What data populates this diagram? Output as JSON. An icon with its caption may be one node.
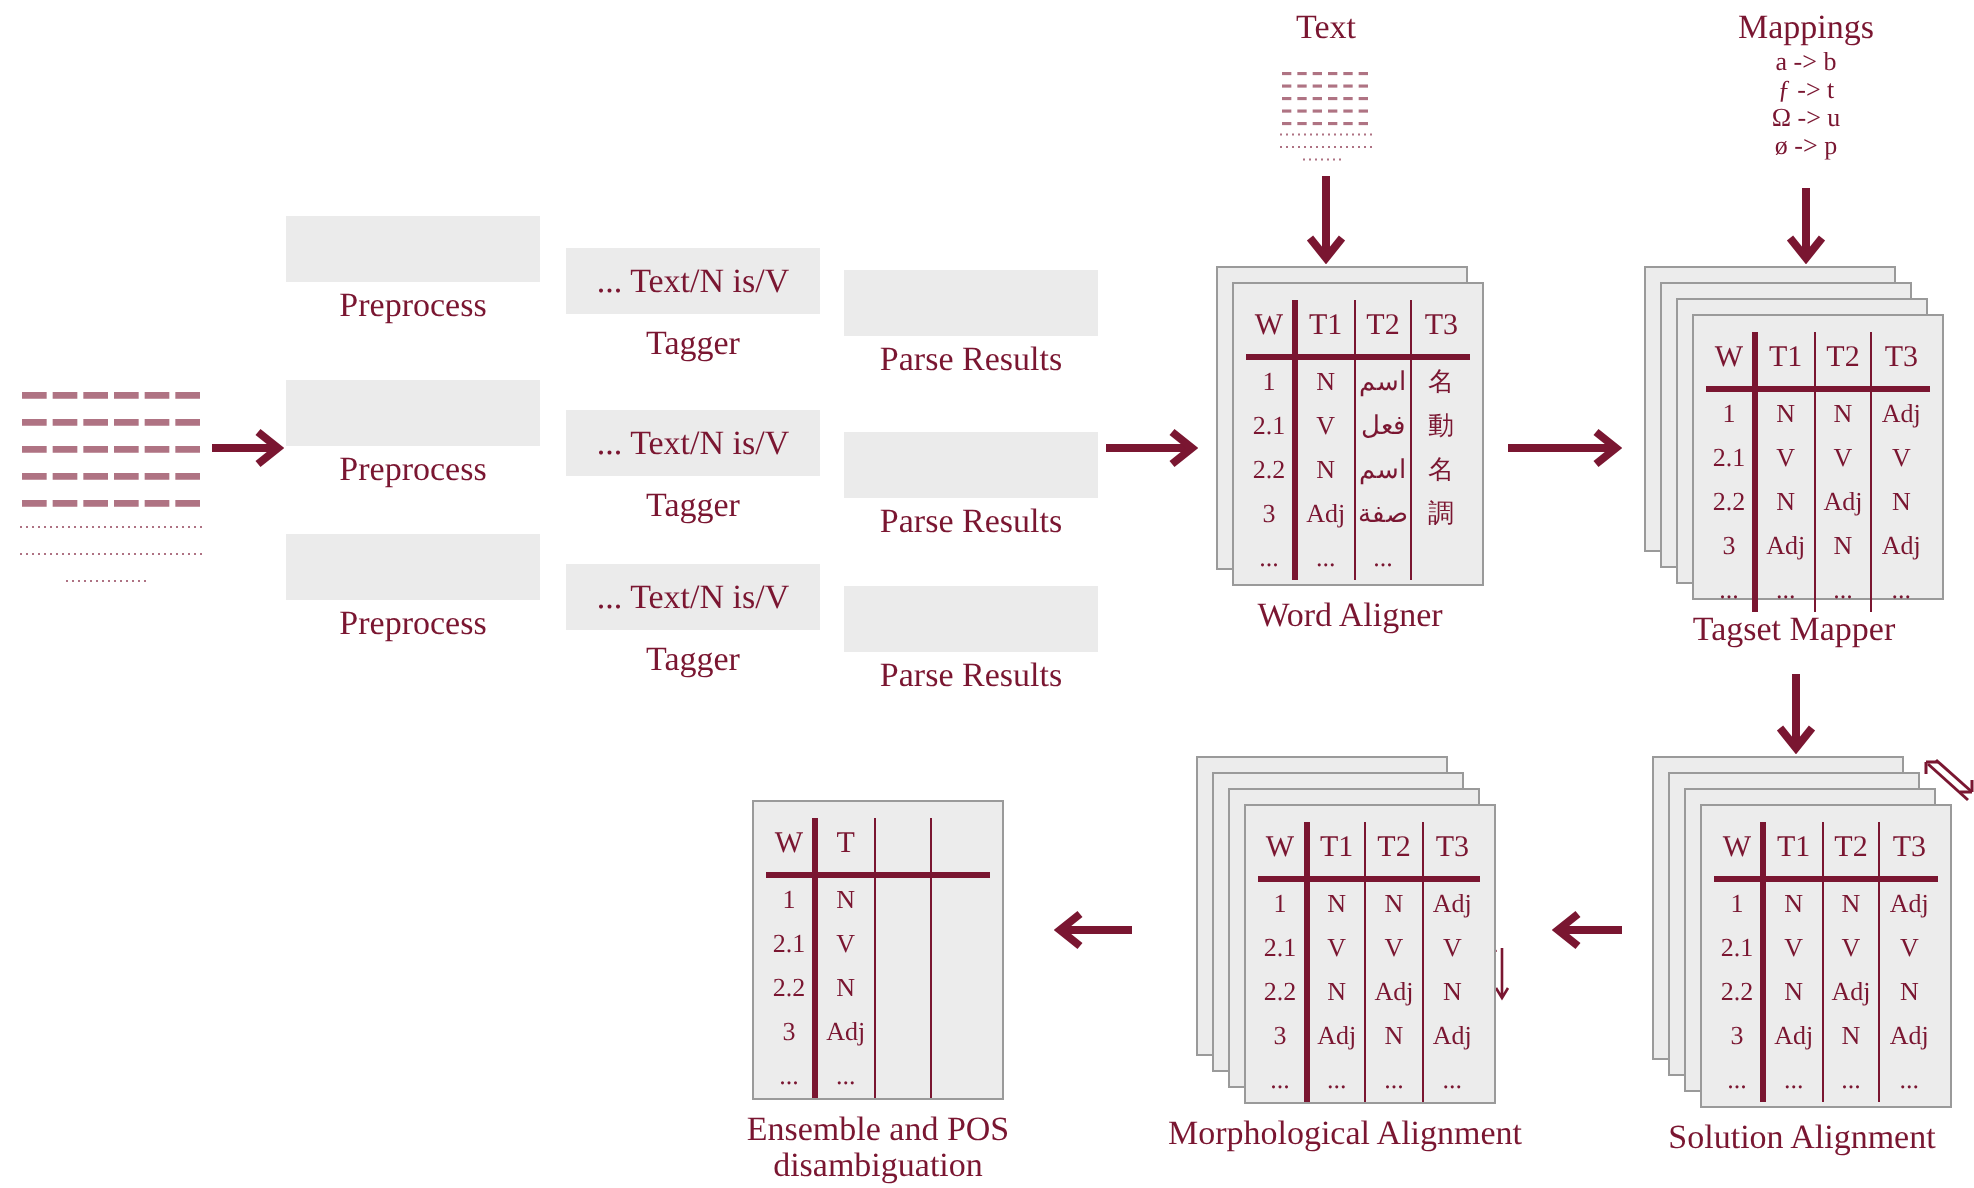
{
  "diagram": {
    "nodes": [
      {
        "text": [],
        "shape": "picture"
      },
      {
        "text": [
          "Preprocess"
        ]
      },
      {
        "text": [
          "Preprocess"
        ]
      },
      {
        "text": [
          "Preprocess"
        ]
      },
      {
        "text": [
          "... Text/N is/V",
          "Tagger"
        ]
      },
      {
        "text": [
          "... Text/N is/V",
          "Tagger"
        ]
      },
      {
        "text": [
          "... Text/N is/V",
          "Tagger"
        ]
      },
      {
        "text": [
          "Parse Results"
        ]
      },
      {
        "text": [
          "Parse Results"
        ]
      },
      {
        "text": [
          "Parse Results"
        ]
      },
      {
        "text": [
          "Text"
        ]
      },
      {
        "text": [
          "W",
          "T1",
          "T2",
          "T3",
          "1",
          "N",
          "اسم",
          "名",
          "2.1",
          "V",
          "فعل",
          "動",
          "2.2",
          "N",
          "اسم",
          "名",
          "3",
          "Adj",
          "صفة",
          "調",
          "...",
          "...",
          "...",
          "Word Aligner"
        ]
      },
      {
        "text": [
          "Mappings",
          "a -> b",
          "ƒ -> t",
          "Ω -> u",
          "ø -> p"
        ]
      },
      {
        "text": [
          "W",
          "T1",
          "T2",
          "T3",
          "1",
          "N",
          "N",
          "Adj",
          "2.1",
          "V",
          "V",
          "V",
          "2.2",
          "N",
          "Adj",
          "N",
          "3",
          "Adj",
          "N",
          "Adj",
          "...",
          "...",
          "...",
          "...",
          "Tagset Mapper"
        ]
      },
      {
        "text": [
          "W",
          "T1",
          "T2",
          "T3",
          "1",
          "N",
          "N",
          "Adj",
          "2.1",
          "V",
          "V",
          "V",
          "2.2",
          "N",
          "Adj",
          "N",
          "3",
          "Adj",
          "N",
          "Adj",
          "...",
          "...",
          "...",
          "...",
          "Solution Alignment"
        ]
      },
      {
        "text": [
          "W",
          "T1",
          "T2",
          "T3",
          "1",
          "N",
          "N",
          "Adj",
          "2.1",
          "V",
          "V",
          "V",
          "2.2",
          "N",
          "Adj",
          "N",
          "3",
          "Adj",
          "N",
          "Adj",
          "...",
          "...",
          "...",
          "...",
          "Morphological Alignment"
        ]
      },
      {
        "text": [
          "W",
          "T",
          "1",
          "N",
          "2.1",
          "V",
          "2.2",
          "N",
          "3",
          "Adj",
          "...",
          "...",
          "Ensemble and POS disambiguation"
        ]
      }
    ],
    "edges": [
      {
        "from": 0,
        "to": 2,
        "arrow": "to"
      },
      {
        "from": 8,
        "to": 11,
        "arrow": "to"
      },
      {
        "from": 10,
        "to": 11,
        "arrow": "to"
      },
      {
        "from": 12,
        "to": 13,
        "arrow": "to"
      },
      {
        "from": 11,
        "to": 13,
        "arrow": "to"
      },
      {
        "from": 13,
        "to": 14,
        "arrow": "to"
      },
      {
        "from": 14,
        "to": 15,
        "arrow": "to"
      },
      {
        "from": 15,
        "to": 16,
        "arrow": "to"
      }
    ]
  }
}
